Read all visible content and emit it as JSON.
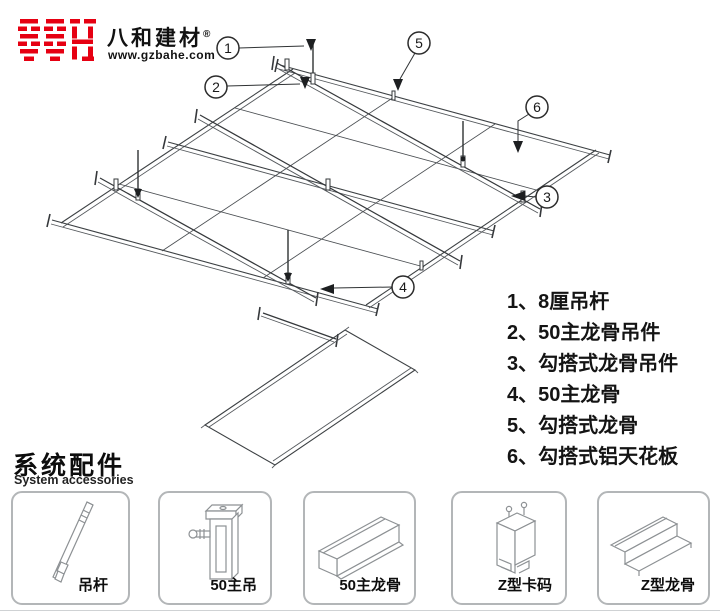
{
  "logo": {
    "brand": "八和建材",
    "registered": "®",
    "website": "www.gzbahe.com"
  },
  "callouts": [
    "1",
    "2",
    "3",
    "4",
    "5",
    "6"
  ],
  "legend": {
    "items": [
      "1、8厘吊杆",
      "2、50主龙骨吊件",
      "3、勾搭式龙骨吊件",
      "4、50主龙骨",
      "5、勾搭式龙骨",
      "6、勾搭式铝天花板"
    ]
  },
  "accessories": {
    "title": "系统配件",
    "subtitle": "System accessories",
    "items": [
      {
        "label": "吊杆"
      },
      {
        "label": "50主吊"
      },
      {
        "label": "50主龙骨"
      },
      {
        "label": "Z型卡码"
      },
      {
        "label": "Z型龙骨"
      }
    ]
  },
  "colors": {
    "brand_red": "#e60012",
    "line_dark": "#3c4043",
    "line_gray": "#8d9194"
  }
}
